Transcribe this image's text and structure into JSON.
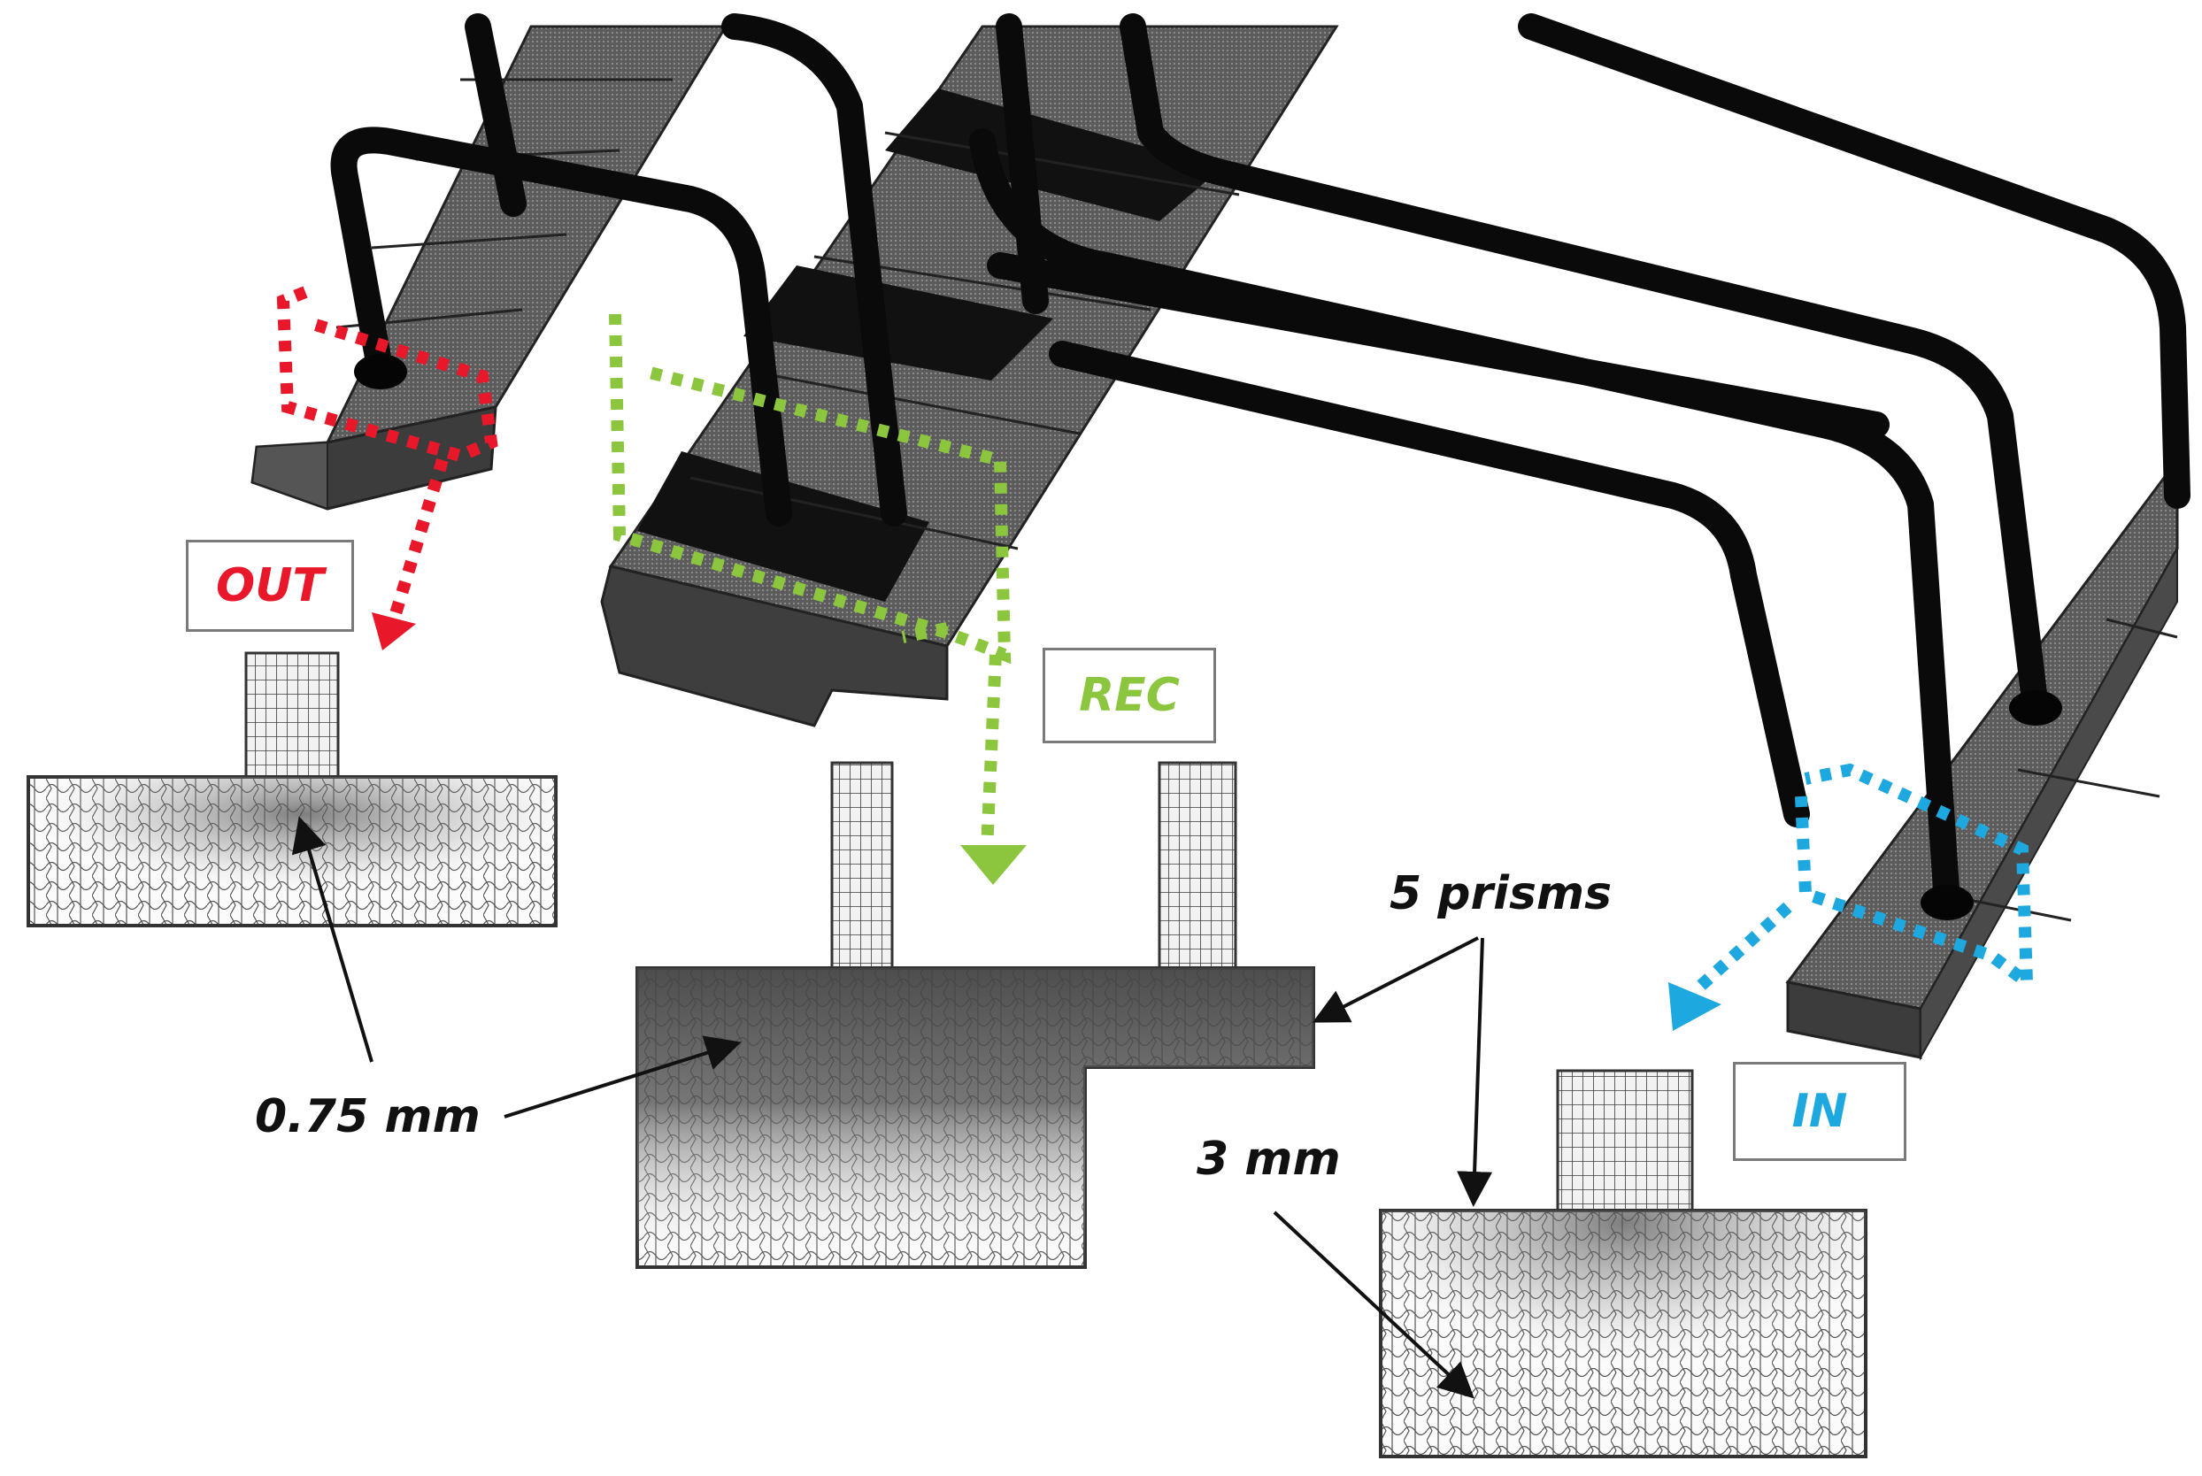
{
  "labels": {
    "out": "OUT",
    "rec": "REC",
    "in": "IN"
  },
  "annotations": {
    "thickness_small": "0.75 mm",
    "thickness_large": "3 mm",
    "prism_layers": "5 prisms"
  },
  "colors": {
    "out": "#e8182a",
    "rec": "#8cc63f",
    "in": "#1ea8e0",
    "pipe": "#0a0a0a",
    "mesh_dark": "#3a3a3a",
    "mesh_light": "#f4f4f4"
  }
}
